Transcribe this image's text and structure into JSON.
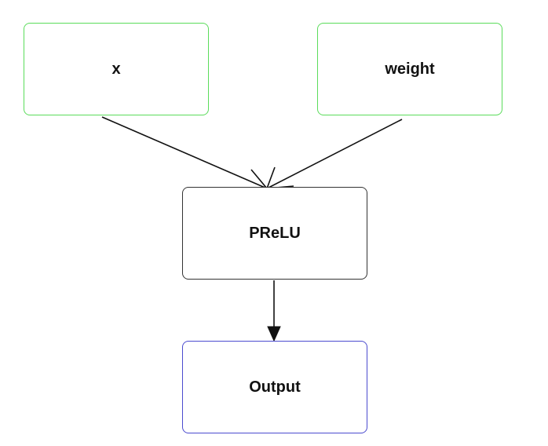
{
  "nodes": {
    "x": {
      "label": "x"
    },
    "weight": {
      "label": "weight"
    },
    "prelu": {
      "label": "PReLU"
    },
    "output": {
      "label": "Output"
    }
  },
  "edges": [
    {
      "from": "x",
      "to": "prelu"
    },
    {
      "from": "weight",
      "to": "prelu"
    },
    {
      "from": "prelu",
      "to": "output"
    }
  ],
  "colors": {
    "input_border": "#5bdc5b",
    "op_border": "#333333",
    "output_border": "#4b4bcf",
    "edge": "#111111"
  }
}
